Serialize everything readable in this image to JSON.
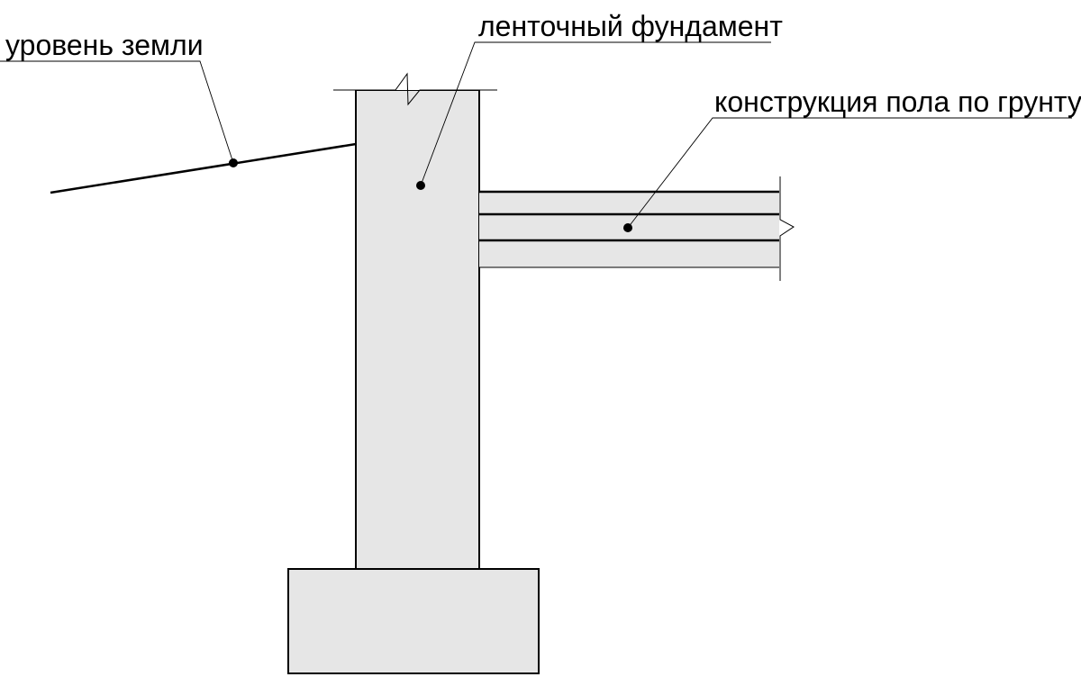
{
  "labels": {
    "ground_level": "уровень земли",
    "strip_foundation": "ленточный фундамент",
    "floor_on_ground": "конструкция пола по грунту"
  },
  "colors": {
    "concrete_fill": "#e6e6e6",
    "line": "#000000",
    "background": "#ffffff"
  }
}
